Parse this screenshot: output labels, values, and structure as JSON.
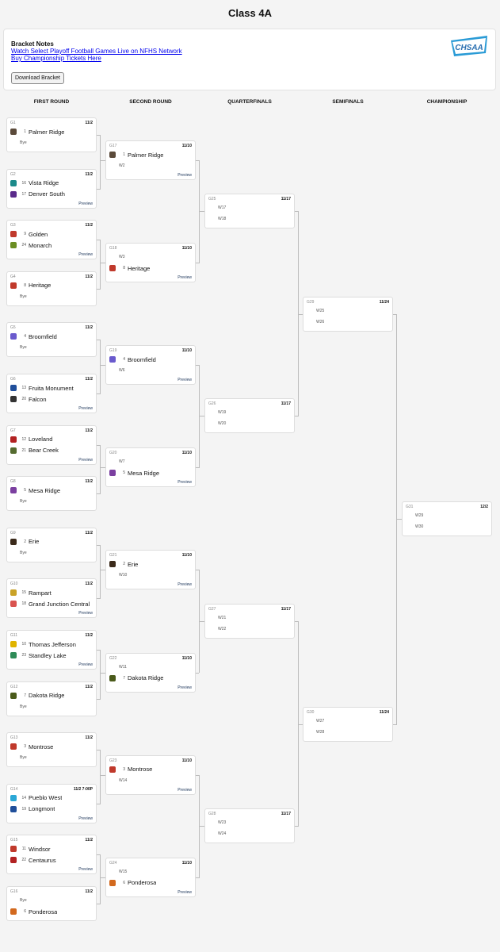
{
  "page": {
    "title": "Class 4A"
  },
  "notes": {
    "title": "Bracket Notes",
    "links": [
      "Watch Select Playoff Football Games Live on NFHS Network",
      "Buy Championship Tickets Here"
    ],
    "download_label": "Download Bracket",
    "logo_text": "CHSAA"
  },
  "rounds": [
    "FIRST ROUND",
    "SECOND ROUND",
    "QUARTERFINALS",
    "SEMIFINALS",
    "CHAMPIONSHIP"
  ],
  "preview_label": "Preview",
  "games": [
    {
      "id": "G1",
      "date": "11/2",
      "teams": [
        {
          "seed": "1",
          "name": "Palmer Ridge",
          "icon": "palmer-ridge-logo",
          "color": "#5b4a3a"
        },
        {
          "bye": "Bye"
        }
      ]
    },
    {
      "id": "G2",
      "date": "11/2",
      "preview": true,
      "teams": [
        {
          "seed": "16",
          "name": "Vista Ridge",
          "icon": "vista-ridge-logo",
          "color": "#1c8a8a"
        },
        {
          "seed": "17",
          "name": "Denver South",
          "icon": "denver-south-logo",
          "color": "#5a2a8a"
        }
      ]
    },
    {
      "id": "G3",
      "date": "11/2",
      "preview": true,
      "teams": [
        {
          "seed": "9",
          "name": "Golden",
          "icon": "golden-logo",
          "color": "#c0392b"
        },
        {
          "seed": "24",
          "name": "Monarch",
          "icon": "monarch-logo",
          "color": "#6b8e23"
        }
      ]
    },
    {
      "id": "G4",
      "date": "11/2",
      "teams": [
        {
          "seed": "8",
          "name": "Heritage",
          "icon": "heritage-logo",
          "color": "#c0392b"
        },
        {
          "bye": "Bye"
        }
      ]
    },
    {
      "id": "G5",
      "date": "11/2",
      "teams": [
        {
          "seed": "4",
          "name": "Broomfield",
          "icon": "broomfield-logo",
          "color": "#6a5acd"
        },
        {
          "bye": "Bye"
        }
      ]
    },
    {
      "id": "G6",
      "date": "11/2",
      "preview": true,
      "teams": [
        {
          "seed": "13",
          "name": "Fruita Monument",
          "icon": "fruita-monument-logo",
          "color": "#1f4e9a"
        },
        {
          "seed": "20",
          "name": "Falcon",
          "icon": "falcon-logo",
          "color": "#333333"
        }
      ]
    },
    {
      "id": "G7",
      "date": "11/2",
      "preview": true,
      "teams": [
        {
          "seed": "12",
          "name": "Loveland",
          "icon": "loveland-logo",
          "color": "#b22222"
        },
        {
          "seed": "21",
          "name": "Bear Creek",
          "icon": "bear-creek-logo",
          "color": "#556b2f"
        }
      ]
    },
    {
      "id": "G8",
      "date": "11/2",
      "teams": [
        {
          "seed": "5",
          "name": "Mesa Ridge",
          "icon": "mesa-ridge-logo",
          "color": "#7b3fa0"
        },
        {
          "bye": "Bye"
        }
      ]
    },
    {
      "id": "G9",
      "date": "11/2",
      "teams": [
        {
          "seed": "2",
          "name": "Erie",
          "icon": "erie-logo",
          "color": "#3b2a1a"
        },
        {
          "bye": "Bye"
        }
      ]
    },
    {
      "id": "G10",
      "date": "11/2",
      "preview": true,
      "teams": [
        {
          "seed": "15",
          "name": "Rampart",
          "icon": "rampart-logo",
          "color": "#c9a227"
        },
        {
          "seed": "18",
          "name": "Grand Junction Central",
          "icon": "grand-junction-central-logo",
          "color": "#d9534f"
        }
      ]
    },
    {
      "id": "G11",
      "date": "11/2",
      "preview": true,
      "teams": [
        {
          "seed": "10",
          "name": "Thomas Jefferson",
          "icon": "thomas-jefferson-logo",
          "color": "#e0b400"
        },
        {
          "seed": "23",
          "name": "Standley Lake",
          "icon": "standley-lake-logo",
          "color": "#2e8b57"
        }
      ]
    },
    {
      "id": "G12",
      "date": "11/2",
      "teams": [
        {
          "seed": "7",
          "name": "Dakota Ridge",
          "icon": "dakota-ridge-logo",
          "color": "#4a5a1a"
        },
        {
          "bye": "Bye"
        }
      ]
    },
    {
      "id": "G13",
      "date": "11/2",
      "teams": [
        {
          "seed": "3",
          "name": "Montrose",
          "icon": "montrose-logo",
          "color": "#c0392b"
        },
        {
          "bye": "Bye"
        }
      ]
    },
    {
      "id": "G14",
      "date": "11/2 7:00P",
      "preview": true,
      "teams": [
        {
          "seed": "14",
          "name": "Pueblo West",
          "icon": "pueblo-west-logo",
          "color": "#2aa7d6"
        },
        {
          "seed": "19",
          "name": "Longmont",
          "icon": "longmont-logo",
          "color": "#1f4e9a"
        }
      ]
    },
    {
      "id": "G15",
      "date": "11/2",
      "preview": true,
      "teams": [
        {
          "seed": "11",
          "name": "Windsor",
          "icon": "windsor-logo",
          "color": "#c0392b"
        },
        {
          "seed": "22",
          "name": "Centaurus",
          "icon": "centaurus-logo",
          "color": "#b22222"
        }
      ]
    },
    {
      "id": "G16",
      "date": "11/2",
      "teams": [
        {
          "bye": "Bye"
        },
        {
          "seed": "6",
          "name": "Ponderosa",
          "icon": "ponderosa-logo",
          "color": "#d2691e"
        }
      ]
    },
    {
      "id": "G17",
      "date": "11/10",
      "preview": true,
      "teams": [
        {
          "seed": "1",
          "name": "Palmer Ridge",
          "icon": "palmer-ridge-logo",
          "color": "#5b4a3a"
        },
        {
          "winner": "W2"
        }
      ]
    },
    {
      "id": "G18",
      "date": "11/10",
      "preview": true,
      "teams": [
        {
          "winner": "W3"
        },
        {
          "seed": "8",
          "name": "Heritage",
          "icon": "heritage-logo",
          "color": "#c0392b"
        }
      ]
    },
    {
      "id": "G19",
      "date": "11/10",
      "preview": true,
      "teams": [
        {
          "seed": "4",
          "name": "Broomfield",
          "icon": "broomfield-logo",
          "color": "#6a5acd"
        },
        {
          "winner": "W6"
        }
      ]
    },
    {
      "id": "G20",
      "date": "11/10",
      "preview": true,
      "teams": [
        {
          "winner": "W7"
        },
        {
          "seed": "5",
          "name": "Mesa Ridge",
          "icon": "mesa-ridge-logo",
          "color": "#7b3fa0"
        }
      ]
    },
    {
      "id": "G21",
      "date": "11/10",
      "preview": true,
      "teams": [
        {
          "seed": "2",
          "name": "Erie",
          "icon": "erie-logo",
          "color": "#3b2a1a"
        },
        {
          "winner": "W10"
        }
      ]
    },
    {
      "id": "G22",
      "date": "11/10",
      "preview": true,
      "teams": [
        {
          "winner": "W11"
        },
        {
          "seed": "7",
          "name": "Dakota Ridge",
          "icon": "dakota-ridge-logo",
          "color": "#4a5a1a"
        }
      ]
    },
    {
      "id": "G23",
      "date": "11/10",
      "preview": true,
      "teams": [
        {
          "seed": "3",
          "name": "Montrose",
          "icon": "montrose-logo",
          "color": "#c0392b"
        },
        {
          "winner": "W14"
        }
      ]
    },
    {
      "id": "G24",
      "date": "11/10",
      "preview": true,
      "teams": [
        {
          "winner": "W15"
        },
        {
          "seed": "6",
          "name": "Ponderosa",
          "icon": "ponderosa-logo",
          "color": "#d2691e"
        }
      ]
    },
    {
      "id": "G25",
      "date": "11/17",
      "teams": [
        {
          "winner": "W17"
        },
        {
          "winner": "W18"
        }
      ]
    },
    {
      "id": "G26",
      "date": "11/17",
      "teams": [
        {
          "winner": "W19"
        },
        {
          "winner": "W20"
        }
      ]
    },
    {
      "id": "G27",
      "date": "11/17",
      "teams": [
        {
          "winner": "W21"
        },
        {
          "winner": "W22"
        }
      ]
    },
    {
      "id": "G28",
      "date": "11/17",
      "teams": [
        {
          "winner": "W23"
        },
        {
          "winner": "W24"
        }
      ]
    },
    {
      "id": "G29",
      "date": "11/24",
      "teams": [
        {
          "winner": "W25"
        },
        {
          "winner": "W26"
        }
      ]
    },
    {
      "id": "G30",
      "date": "11/24",
      "teams": [
        {
          "winner": "W27"
        },
        {
          "winner": "W28"
        }
      ]
    },
    {
      "id": "G31",
      "date": "12/2",
      "teams": [
        {
          "winner": "W29"
        },
        {
          "winner": "W30"
        }
      ]
    }
  ]
}
